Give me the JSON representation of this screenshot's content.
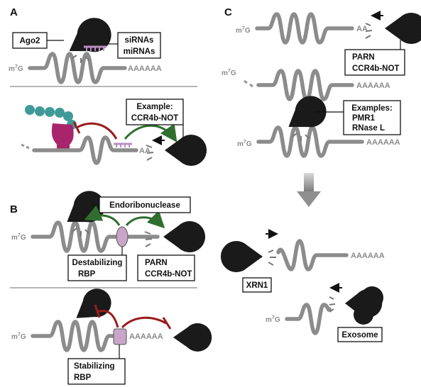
{
  "panels": {
    "a": "A",
    "b": "B",
    "c": "C"
  },
  "cap": {
    "m": "m",
    "sup": "7",
    "g": "G"
  },
  "polyA": {
    "long": "AAAAAA",
    "short": "AA"
  },
  "labels": {
    "ago2": "Ago2",
    "sirnas": "siRNAs",
    "mirnas": "miRNAs",
    "example": "Example:",
    "ccr4b_not": "CCR4b-NOT",
    "endoribonuclease": "Endoribonuclease",
    "destabilizing": "Destabilizing",
    "rbp": "RBP",
    "parn": "PARN",
    "stabilizing": "Stabilizing",
    "examples": "Examples:",
    "pmr1": "PMR1",
    "rnase_l": "RNase L",
    "xrn1": "XRN1",
    "exosome": "Exosome"
  },
  "colors": {
    "rna": "#8c8c8c",
    "enzyme": "#1a1a1a",
    "mirna_probe": "#b98fc0",
    "teal": "#3f9a97",
    "magenta": "#a8256b",
    "rbp_fill": "#c9a6c9",
    "inhibit_red": "#9b1b1b",
    "activate_green": "#2f6e2f",
    "divider": "#b5b5b5",
    "big_arrow": "#8f8f8f"
  }
}
